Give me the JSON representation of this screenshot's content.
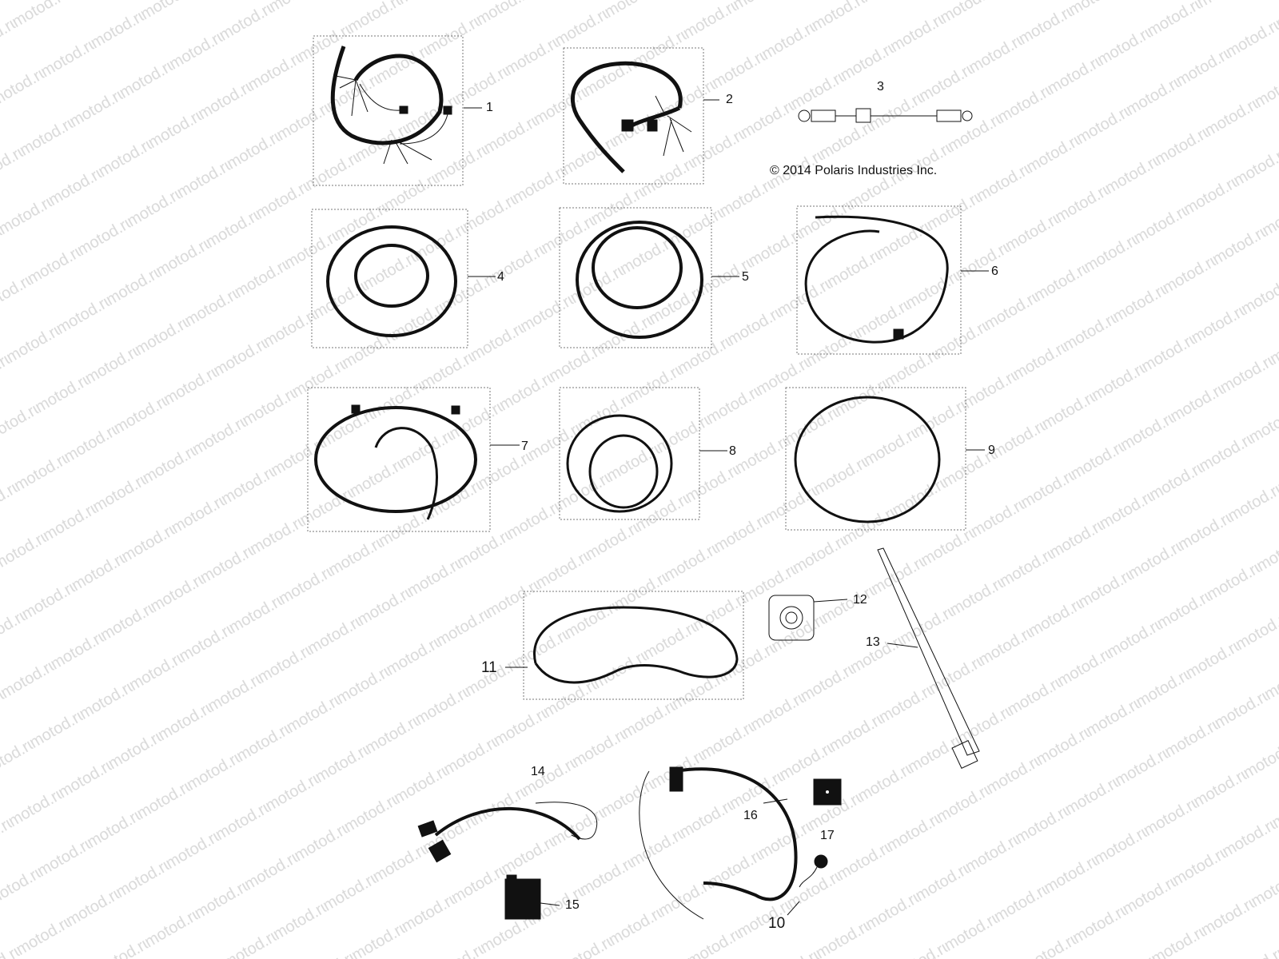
{
  "diagram": {
    "copyright": "© 2014 Polaris Industries Inc.",
    "watermark": "motod.ru",
    "parts": [
      {
        "id": "1",
        "label": "1",
        "kind": "wire-harness",
        "boxed": true
      },
      {
        "id": "2",
        "label": "2",
        "kind": "wire-harness",
        "boxed": true
      },
      {
        "id": "3",
        "label": "3",
        "kind": "fuse-link-cable",
        "boxed": false
      },
      {
        "id": "4",
        "label": "4",
        "kind": "wire-harness",
        "boxed": true
      },
      {
        "id": "5",
        "label": "5",
        "kind": "wire-harness",
        "boxed": true
      },
      {
        "id": "6",
        "label": "6",
        "kind": "wire-harness",
        "boxed": true
      },
      {
        "id": "7",
        "label": "7",
        "kind": "wire-harness",
        "boxed": true
      },
      {
        "id": "8",
        "label": "8",
        "kind": "wire-harness",
        "boxed": true
      },
      {
        "id": "9",
        "label": "9",
        "kind": "wire-harness",
        "boxed": true
      },
      {
        "id": "10",
        "label": "10",
        "kind": "sensor",
        "boxed": false
      },
      {
        "id": "11",
        "label": "11",
        "kind": "main-wire-harness",
        "boxed": true
      },
      {
        "id": "12",
        "label": "12",
        "kind": "cable-tie-mount",
        "boxed": false
      },
      {
        "id": "13",
        "label": "13",
        "kind": "cable-tie",
        "boxed": false
      },
      {
        "id": "14",
        "label": "14",
        "kind": "wire-harness",
        "boxed": false
      },
      {
        "id": "15",
        "label": "15",
        "kind": "relay",
        "boxed": false
      },
      {
        "id": "16",
        "label": "16",
        "kind": "wire-harness",
        "boxed": false
      },
      {
        "id": "17",
        "label": "17",
        "kind": "pad",
        "boxed": false
      }
    ]
  }
}
